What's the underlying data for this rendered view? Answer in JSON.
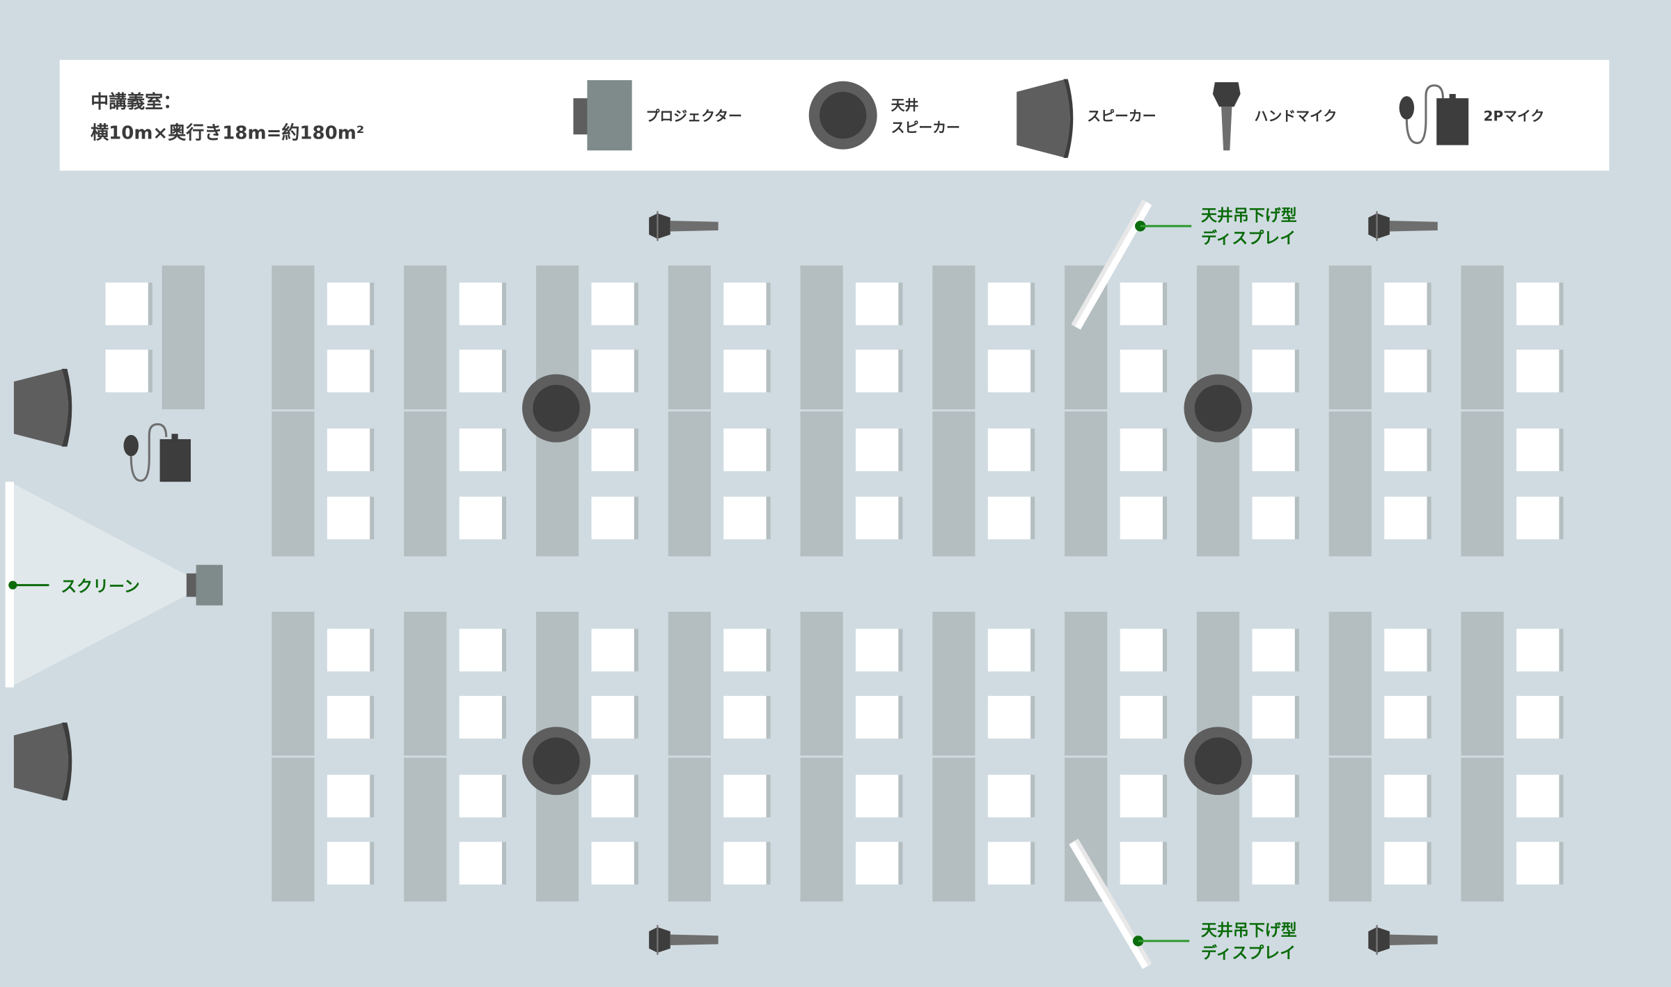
{
  "room": {
    "title_line1": "中講義室：",
    "title_line2": "横10m×奥行き18m=約180m²"
  },
  "legend": {
    "projector": "プロジェクター",
    "ceiling_speaker_line1": "天井",
    "ceiling_speaker_line2": "スピーカー",
    "speaker": "スピーカー",
    "hand_mic": "ハンドマイク",
    "pin_mic": "2Pマイク"
  },
  "labels": {
    "screen": "スクリーン",
    "display_line1": "天井吊下げ型",
    "display_line2": "ディスプレイ"
  },
  "colors": {
    "background": "#d0dbe1",
    "table": "#b4bec1",
    "accent": "#0a6b0a",
    "device": "#5e5e5e",
    "device_dark": "#3d3d3d"
  }
}
